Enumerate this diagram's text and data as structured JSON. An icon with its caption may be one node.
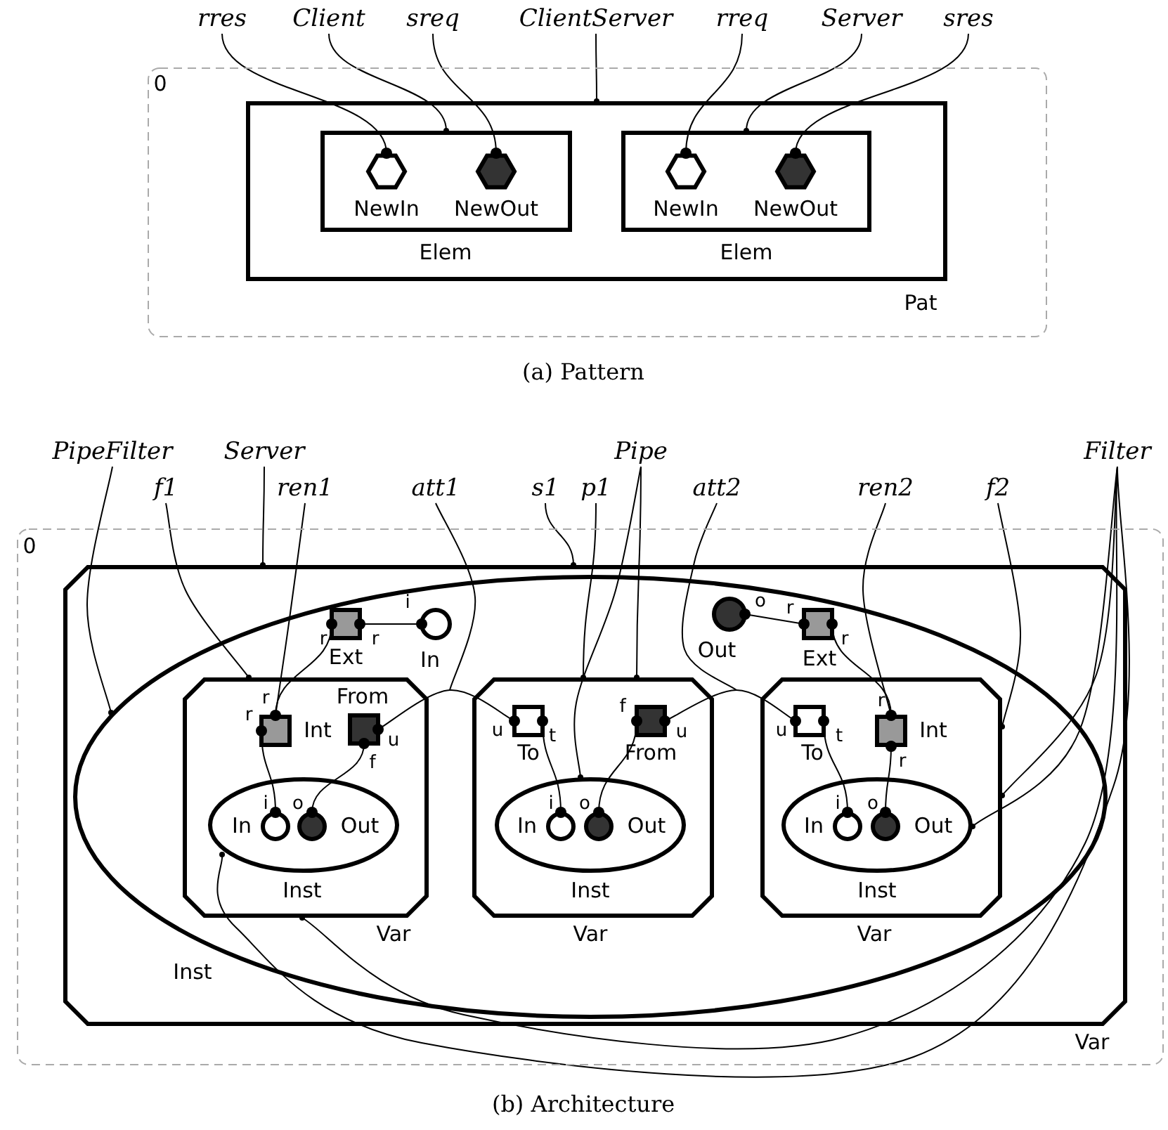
{
  "diagram": {
    "nodes": [
      {
        "text": [
          "rres"
        ]
      },
      {
        "text": [
          "Client"
        ]
      },
      {
        "text": [
          "sreq"
        ]
      },
      {
        "text": [
          "ClientServer"
        ]
      },
      {
        "text": [
          "rreq"
        ]
      },
      {
        "text": [
          "Server"
        ]
      },
      {
        "text": [
          "sres"
        ]
      },
      {
        "text": [
          "0"
        ]
      },
      {
        "text": [
          "Pat"
        ],
        "in": 7
      },
      {
        "text": [
          "Elem"
        ],
        "in": 8
      },
      {
        "text": [
          "NewIn"
        ],
        "in": 9
      },
      {
        "text": [
          "NewOut"
        ],
        "in": 9
      },
      {
        "text": [
          "Elem"
        ],
        "in": 8
      },
      {
        "text": [
          "NewIn"
        ],
        "in": 12
      },
      {
        "text": [
          "NewOut"
        ],
        "in": 12
      },
      {
        "text": [
          "PipeFilter"
        ]
      },
      {
        "text": [
          "Server"
        ]
      },
      {
        "text": [
          "f1"
        ]
      },
      {
        "text": [
          "ren1"
        ]
      },
      {
        "text": [
          "att1"
        ]
      },
      {
        "text": [
          "s1"
        ]
      },
      {
        "text": [
          "p1"
        ]
      },
      {
        "text": [
          "Pipe"
        ]
      },
      {
        "text": [
          "att2"
        ]
      },
      {
        "text": [
          "ren2"
        ]
      },
      {
        "text": [
          "f2"
        ]
      },
      {
        "text": [
          "Filter"
        ]
      },
      {
        "text": [
          "0"
        ]
      },
      {
        "text": [
          "Var"
        ],
        "in": 27
      },
      {
        "text": [
          "Inst"
        ],
        "in": 28
      },
      {
        "text": [
          "Ext"
        ],
        "beside": [
          "r",
          "r"
        ],
        "in": 29
      },
      {
        "text": [
          "In"
        ],
        "beside": [
          "i"
        ],
        "in": 29
      },
      {
        "text": [
          "Out"
        ],
        "beside": [
          "o"
        ],
        "in": 29
      },
      {
        "text": [
          "Ext"
        ],
        "beside": [
          "r",
          "r"
        ],
        "in": 29
      },
      {
        "text": [
          "Var"
        ],
        "in": 29
      },
      {
        "text": [
          "Int"
        ],
        "beside": [
          "r",
          "r"
        ],
        "in": 34
      },
      {
        "text": [
          "From"
        ],
        "beside": [
          "u",
          "f"
        ],
        "in": 34
      },
      {
        "text": [
          "Inst"
        ],
        "in": 34
      },
      {
        "text": [
          "In"
        ],
        "beside": [
          "i"
        ],
        "in": 37
      },
      {
        "text": [
          "Out"
        ],
        "beside": [
          "o"
        ],
        "in": 37
      },
      {
        "text": [
          "Var"
        ],
        "in": 29
      },
      {
        "text": [
          "To"
        ],
        "beside": [
          "u",
          "t"
        ],
        "in": 40
      },
      {
        "text": [
          "From"
        ],
        "beside": [
          "f",
          "u"
        ],
        "in": 40
      },
      {
        "text": [
          "Inst"
        ],
        "in": 40
      },
      {
        "text": [
          "In"
        ],
        "beside": [
          "i"
        ],
        "in": 43
      },
      {
        "text": [
          "Out"
        ],
        "beside": [
          "o"
        ],
        "in": 43
      },
      {
        "text": [
          "Var"
        ],
        "in": 29
      },
      {
        "text": [
          "To"
        ],
        "beside": [
          "u",
          "t"
        ],
        "in": 46
      },
      {
        "text": [
          "Int"
        ],
        "beside": [
          "r",
          "r"
        ],
        "in": 46
      },
      {
        "text": [
          "Inst"
        ],
        "in": 46
      },
      {
        "text": [
          "In"
        ],
        "beside": [
          "i"
        ],
        "in": 49
      },
      {
        "text": [
          "Out"
        ],
        "beside": [
          "o"
        ],
        "in": 49
      }
    ],
    "edges": [
      {
        "from": 0,
        "to": 10,
        "arrow": "other"
      },
      {
        "from": 1,
        "to": 9,
        "arrow": "other"
      },
      {
        "from": 2,
        "to": 11,
        "arrow": "other"
      },
      {
        "from": 3,
        "to": 8,
        "arrow": "other"
      },
      {
        "from": 4,
        "to": 13,
        "arrow": "other"
      },
      {
        "from": 5,
        "to": 12,
        "arrow": "other"
      },
      {
        "from": 6,
        "to": 14,
        "arrow": "other"
      },
      {
        "from": 15,
        "to": 29,
        "arrow": "other"
      },
      {
        "from": 16,
        "to": 28,
        "arrow": "other"
      },
      {
        "from": 17,
        "to": 34,
        "arrow": "other"
      },
      {
        "from": 18,
        "to": 35,
        "arrow": "other"
      },
      {
        "from": 19,
        "to": null,
        "arrow": "none"
      },
      {
        "from": 20,
        "to": 28,
        "arrow": "other"
      },
      {
        "from": 21,
        "to": 40,
        "arrow": "other"
      },
      {
        "from": 22,
        "to": 40,
        "arrow": "other"
      },
      {
        "from": 22,
        "to": 43,
        "arrow": "other"
      },
      {
        "from": 23,
        "to": null,
        "arrow": "none"
      },
      {
        "from": 24,
        "to": 48,
        "arrow": "other"
      },
      {
        "from": 25,
        "to": 46,
        "arrow": "other"
      },
      {
        "from": 26,
        "to": 46,
        "arrow": "other"
      },
      {
        "from": 26,
        "to": 49,
        "arrow": "other"
      },
      {
        "from": 26,
        "to": 34,
        "arrow": "other"
      },
      {
        "from": 26,
        "to": 37,
        "arrow": "other"
      },
      {
        "from": 30,
        "to": 31,
        "arrow": "none"
      },
      {
        "from": 30,
        "to": 35,
        "arrow": "none"
      },
      {
        "from": 35,
        "to": 38,
        "arrow": "none"
      },
      {
        "from": 36,
        "to": 41,
        "arrow": "none"
      },
      {
        "from": 36,
        "to": 39,
        "arrow": "none"
      },
      {
        "from": 41,
        "to": 44,
        "arrow": "none"
      },
      {
        "from": 42,
        "to": 45,
        "arrow": "none"
      },
      {
        "from": 42,
        "to": 47,
        "arrow": "none"
      },
      {
        "from": 32,
        "to": 33,
        "arrow": "none"
      },
      {
        "from": 33,
        "to": 48,
        "arrow": "none"
      },
      {
        "from": 47,
        "to": 50,
        "arrow": "none"
      },
      {
        "from": 48,
        "to": 51,
        "arrow": "none"
      }
    ],
    "labels": [
      "(a) Pattern",
      "(b) Architecture"
    ]
  }
}
